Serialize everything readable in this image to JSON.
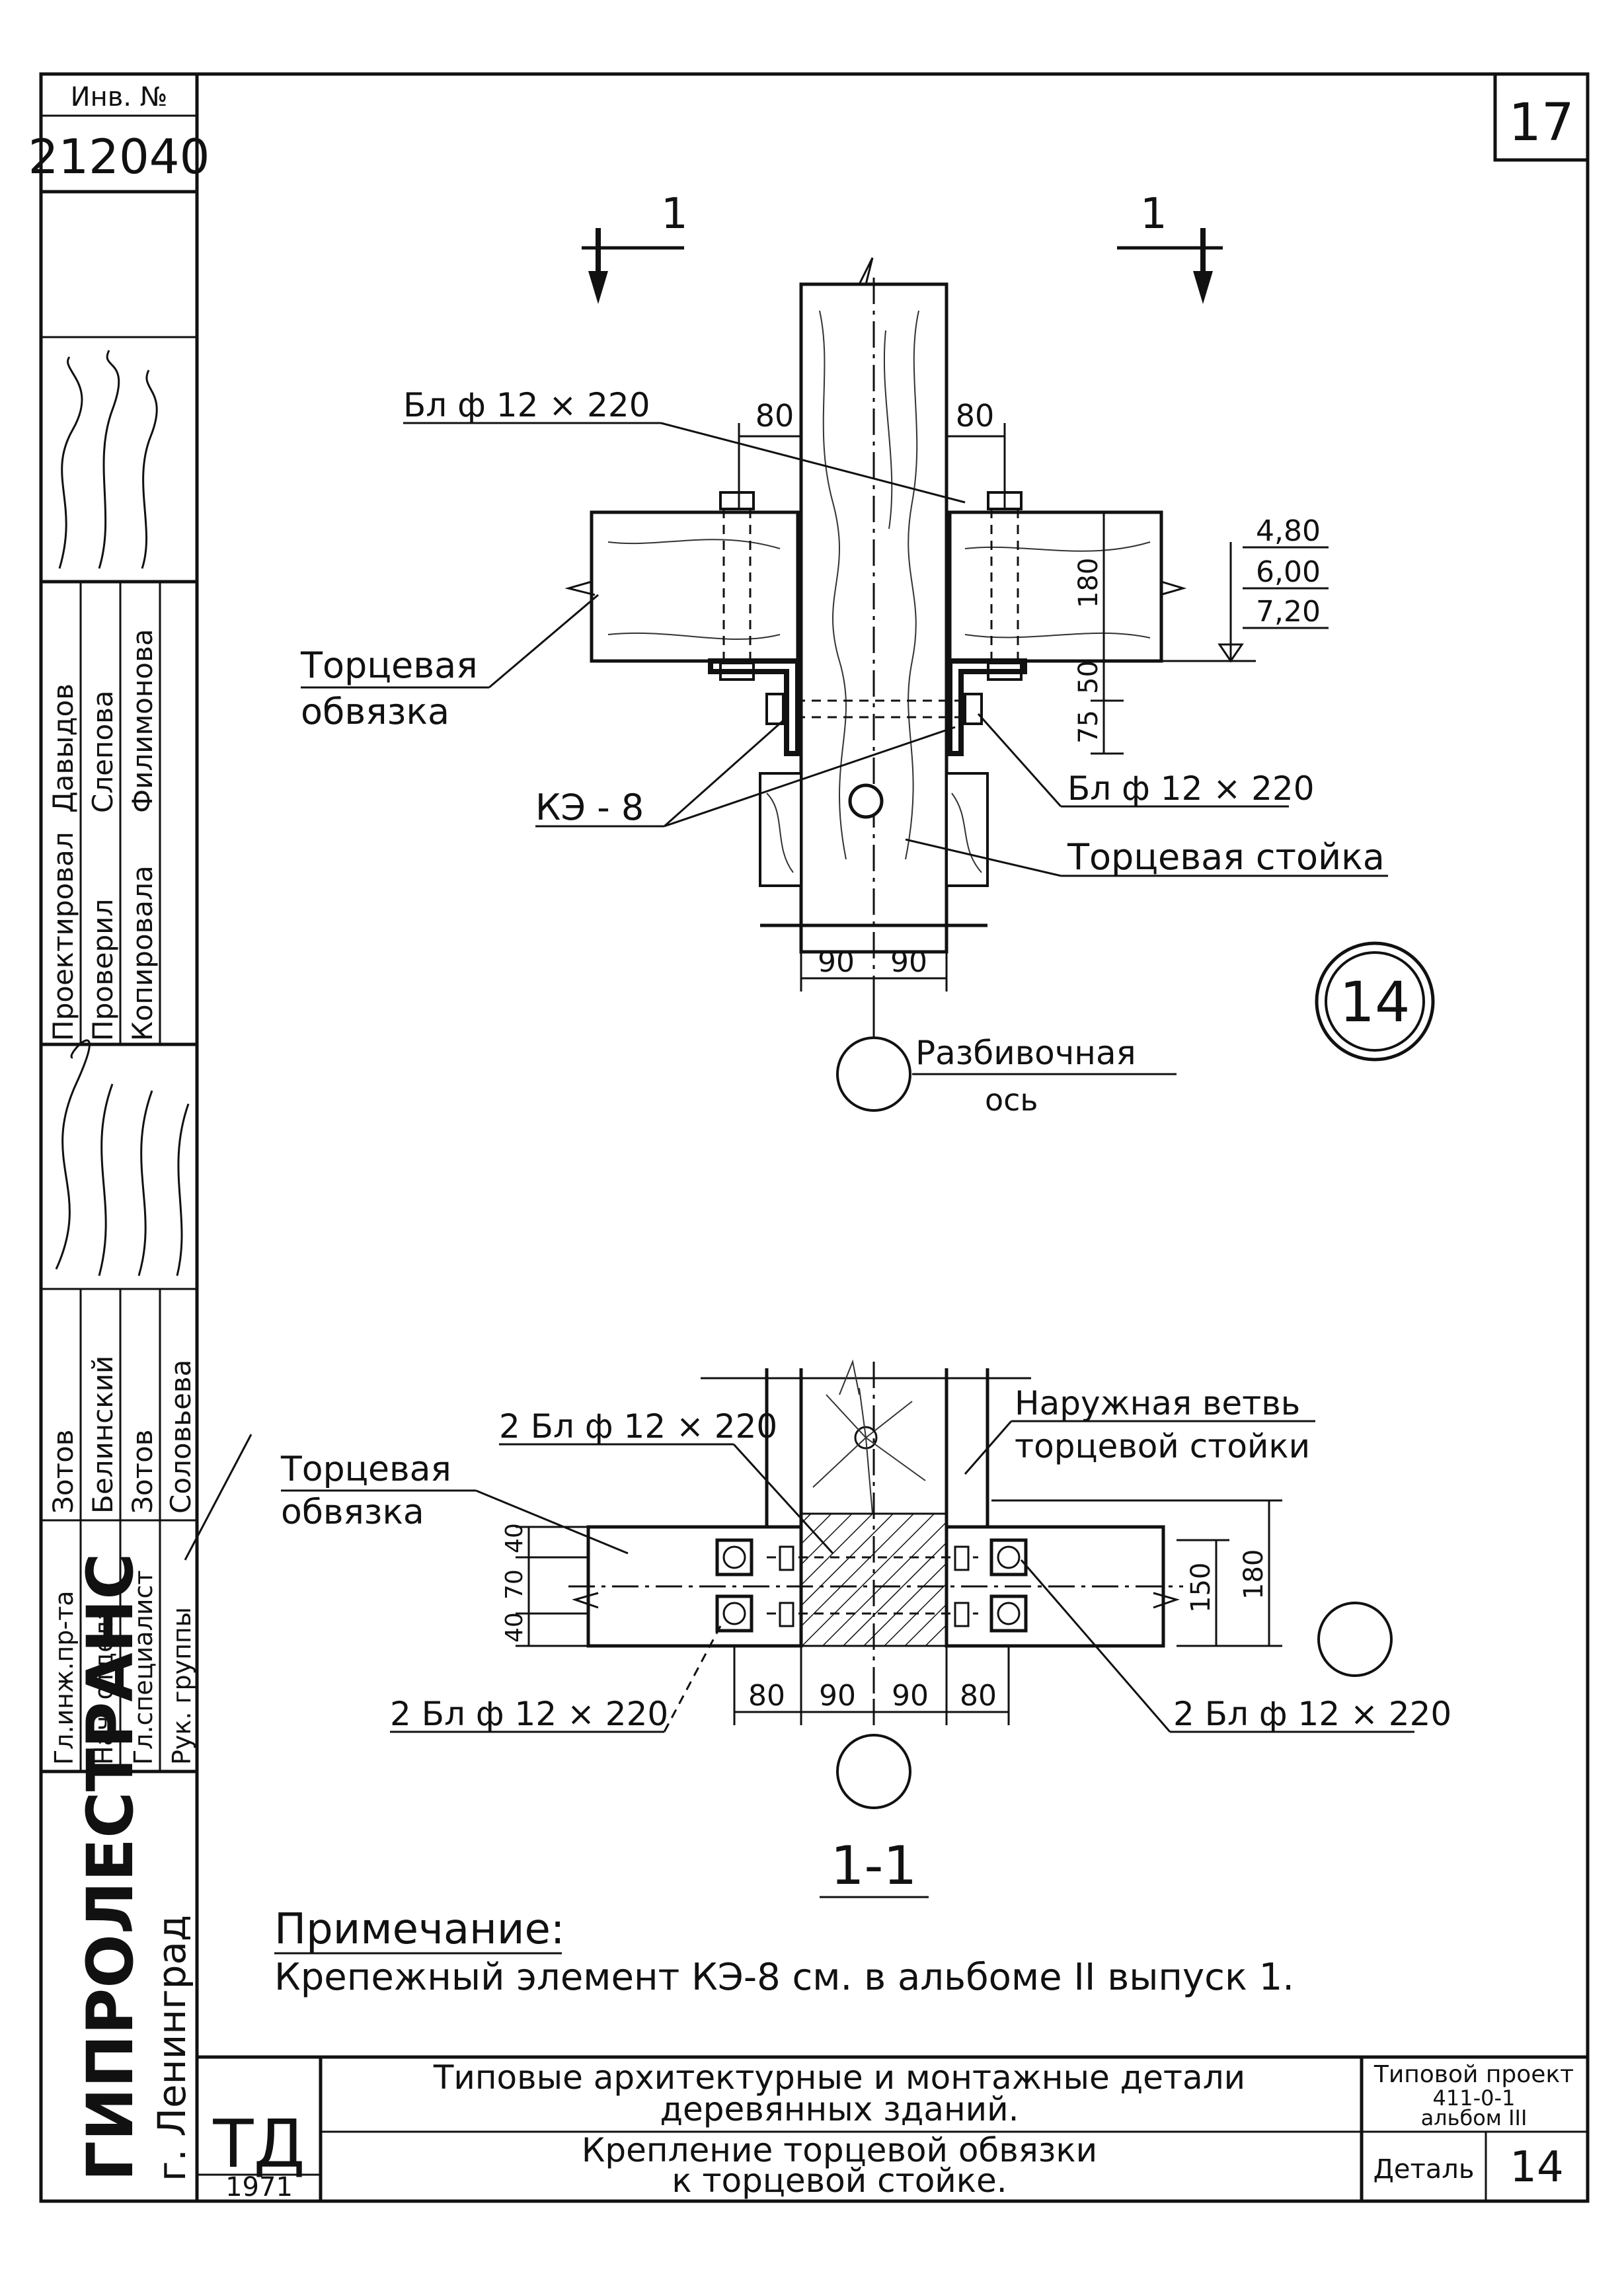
{
  "sheet": {
    "number": "17",
    "inventory_label": "Инв. №",
    "inventory_number": "212040"
  },
  "side_stamp": {
    "company": "ГИПРОЛЕСТРАНС",
    "city": "г. Ленинград",
    "roles": [
      {
        "role": "Гл.инж.пр-та",
        "name": "Зотов"
      },
      {
        "role": "Нач. отдела",
        "name": "Белинский"
      },
      {
        "role": "Гл.специалист",
        "name": "Зотов"
      },
      {
        "role": "Рук. группы",
        "name": "Соловьева"
      }
    ],
    "roles2": [
      {
        "role": "Проектировал",
        "name": "Давыдов"
      },
      {
        "role": "Проверил",
        "name": "Слепова"
      },
      {
        "role": "Копировала",
        "name": "Филимонова"
      }
    ]
  },
  "top_view": {
    "section_mark_left": "1",
    "section_mark_right": "1",
    "bolt_label_top": "Бл ф 12 × 220",
    "bolt_label_right": "Бл ф 12 × 220",
    "left_beam_label_1": "Торцевая",
    "left_beam_label_2": "обвязка",
    "ke_label": "КЭ - 8",
    "post_label": "Торцевая стойка",
    "axis_label_1": "Разбивочная",
    "axis_label_2": "ось",
    "dim_80_left": "80",
    "dim_80_right": "80",
    "dim_180": "180",
    "dim_50": "50",
    "dim_75": "75",
    "dim_90_left": "90",
    "dim_90_right": "90",
    "levels": [
      "4,80",
      "6,00",
      "7,20"
    ],
    "detail_marker": "14"
  },
  "section_view": {
    "title": "1-1",
    "bolts_top_label": "2 Бл ф 12 × 220",
    "outer_branch_1": "Наружная ветвь",
    "outer_branch_2": "торцевой стойки",
    "left_beam_label_1": "Торцевая",
    "left_beam_label_2": "обвязка",
    "bolts_bottom_left": "2 Бл ф 12 × 220",
    "bolts_bottom_right": "2 Бл ф 12 × 220",
    "dims_left": [
      "40",
      "70",
      "40"
    ],
    "dim_150": "150",
    "dim_180": "180",
    "dims_bottom": [
      "80",
      "90",
      "90",
      "80"
    ]
  },
  "note": {
    "heading": "Примечание:",
    "text": "Крепежный элемент КЭ-8 см. в альбоме II выпуск 1."
  },
  "title_block": {
    "mark": "ТД",
    "year": "1971",
    "line1": "Типовые архитектурные и монтажные детали",
    "line2": "деревянных зданий.",
    "line3": "Крепление торцевой обвязки",
    "line4": "к торцевой стойке.",
    "project_1": "Типовой проект",
    "project_2": "411-0-1",
    "project_3": "альбом III",
    "detail_label": "Деталь",
    "detail_number": "14"
  }
}
